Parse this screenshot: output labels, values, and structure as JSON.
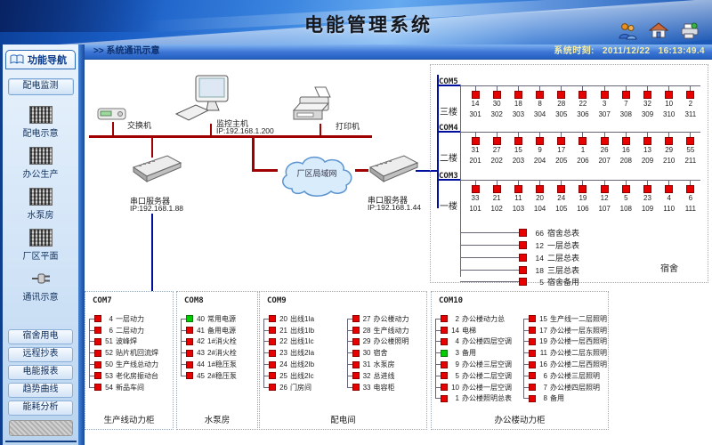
{
  "header": {
    "title": "电能管理系统",
    "icons": [
      {
        "name": "users-icon"
      },
      {
        "name": "home-icon"
      },
      {
        "name": "print-icon"
      }
    ]
  },
  "statusbar": {
    "chevrons": ">>",
    "breadcrumb": "系统通讯示意",
    "clock_label": "系统时刻:",
    "clock_date": "2011/12/22",
    "clock_time": "16:13:49.4"
  },
  "sidebar": {
    "header": "功能导航",
    "monitor_button": "配电监测",
    "nav_items": [
      {
        "label": "配电示意",
        "icon": "panel-grid-icon"
      },
      {
        "label": "办公生产",
        "icon": "panel-grid-icon"
      },
      {
        "label": "水泵房",
        "icon": "panel-grid-icon"
      },
      {
        "label": "厂区平面",
        "icon": "panel-grid-icon"
      },
      {
        "label": "通讯示意",
        "icon": "plug-icon"
      }
    ],
    "bottom_buttons": [
      "宿舍用电",
      "远程抄表",
      "电能报表",
      "趋势曲线",
      "能耗分析"
    ]
  },
  "network": {
    "devices": {
      "switch": {
        "label": "交换机"
      },
      "host": {
        "label": "监控主机",
        "ip": "IP:192.168.1.200"
      },
      "printer": {
        "label": "打印机"
      },
      "serial_left": {
        "label": "串口服务器",
        "ip": "IP:192.168.1.88"
      },
      "serial_right": {
        "label": "串口服务器",
        "ip": "IP:192.168.1.44"
      },
      "cloud": {
        "label": "厂区局域网"
      }
    }
  },
  "dorm_panel": {
    "area_label": "宿舍",
    "rows": [
      {
        "com": "COM5",
        "floor": "三楼",
        "meter_ids": [
          "14",
          "30",
          "18",
          "8",
          "28",
          "22",
          "3",
          "7",
          "32",
          "10",
          "2"
        ],
        "rooms": [
          "301",
          "302",
          "303",
          "304",
          "305",
          "306",
          "307",
          "308",
          "309",
          "310",
          "311"
        ]
      },
      {
        "com": "COM4",
        "floor": "二楼",
        "meter_ids": [
          "31",
          "27",
          "15",
          "9",
          "17",
          "1",
          "26",
          "16",
          "13",
          "29",
          "55"
        ],
        "rooms": [
          "201",
          "202",
          "203",
          "204",
          "205",
          "206",
          "207",
          "208",
          "209",
          "210",
          "211"
        ]
      },
      {
        "com": "COM3",
        "floor": "一楼",
        "meter_ids": [
          "33",
          "21",
          "11",
          "20",
          "24",
          "19",
          "12",
          "5",
          "23",
          "4",
          "6"
        ],
        "rooms": [
          "101",
          "102",
          "103",
          "104",
          "105",
          "106",
          "107",
          "108",
          "109",
          "110",
          "111"
        ]
      }
    ],
    "legend": [
      {
        "id": "66",
        "label": "宿舍总表"
      },
      {
        "id": "12",
        "label": "一层总表"
      },
      {
        "id": "14",
        "label": "二层总表"
      },
      {
        "id": "18",
        "label": "三层总表"
      },
      {
        "id": "5",
        "label": "宿舍备用"
      }
    ]
  },
  "bottom_panels": [
    {
      "com": "COM7",
      "footer": "生产线动力柜",
      "columns": [
        [
          {
            "id": "4",
            "label": "一层动力",
            "status": "red"
          },
          {
            "id": "6",
            "label": "二层动力",
            "status": "red"
          },
          {
            "id": "51",
            "label": "波峰焊",
            "status": "red"
          },
          {
            "id": "52",
            "label": "贴片机回流焊",
            "status": "red"
          },
          {
            "id": "50",
            "label": "生产线总动力",
            "status": "red"
          },
          {
            "id": "53",
            "label": "老化房振动台",
            "status": "red"
          },
          {
            "id": "54",
            "label": "新品车间",
            "status": "red"
          }
        ]
      ]
    },
    {
      "com": "COM8",
      "footer": "水泵房",
      "columns": [
        [
          {
            "id": "40",
            "label": "常用电源",
            "status": "green"
          },
          {
            "id": "41",
            "label": "备用电源",
            "status": "red"
          },
          {
            "id": "42",
            "label": "1#消火栓",
            "status": "red"
          },
          {
            "id": "43",
            "label": "2#消火栓",
            "status": "red"
          },
          {
            "id": "44",
            "label": "1#稳压泵",
            "status": "red"
          },
          {
            "id": "45",
            "label": "2#稳压泵",
            "status": "red"
          }
        ]
      ]
    },
    {
      "com": "COM9",
      "footer": "配电间",
      "columns": [
        [
          {
            "id": "20",
            "label": "出线1Ia",
            "status": "red"
          },
          {
            "id": "21",
            "label": "出线1Ib",
            "status": "red"
          },
          {
            "id": "22",
            "label": "出线1Ic",
            "status": "red"
          },
          {
            "id": "23",
            "label": "出线2Ia",
            "status": "red"
          },
          {
            "id": "24",
            "label": "出线2Ib",
            "status": "red"
          },
          {
            "id": "25",
            "label": "出线2Ic",
            "status": "red"
          },
          {
            "id": "26",
            "label": "门房间",
            "status": "red"
          }
        ],
        [
          {
            "id": "27",
            "label": "办公楼动力",
            "status": "red"
          },
          {
            "id": "28",
            "label": "生产线动力",
            "status": "red"
          },
          {
            "id": "29",
            "label": "办公楼照明",
            "status": "red"
          },
          {
            "id": "30",
            "label": "宿舍",
            "status": "red"
          },
          {
            "id": "31",
            "label": "水泵房",
            "status": "red"
          },
          {
            "id": "32",
            "label": "总进线",
            "status": "red"
          },
          {
            "id": "33",
            "label": "电容柜",
            "status": "red"
          }
        ]
      ]
    },
    {
      "com": "COM10",
      "footer": "办公楼动力柜",
      "columns": [
        [
          {
            "id": "2",
            "label": "办公楼动力总",
            "status": "red"
          },
          {
            "id": "14",
            "label": "电梯",
            "status": "red"
          },
          {
            "id": "4",
            "label": "办公楼四层空调",
            "status": "red"
          },
          {
            "id": "3",
            "label": "备用",
            "status": "green"
          },
          {
            "id": "9",
            "label": "办公楼三层空调",
            "status": "red"
          },
          {
            "id": "5",
            "label": "办公楼二层空调",
            "status": "red"
          },
          {
            "id": "10",
            "label": "办公楼一层空调",
            "status": "red"
          },
          {
            "id": "1",
            "label": "办公楼照明总表",
            "status": "red"
          }
        ],
        [
          {
            "id": "15",
            "label": "生产线一二层照明",
            "status": "red"
          },
          {
            "id": "17",
            "label": "办公楼一层东照明",
            "status": "red"
          },
          {
            "id": "19",
            "label": "办公楼一层西照明",
            "status": "red"
          },
          {
            "id": "11",
            "label": "办公楼二层东照明",
            "status": "red"
          },
          {
            "id": "16",
            "label": "办公楼二层西照明",
            "status": "red"
          },
          {
            "id": "6",
            "label": "办公楼三层照明",
            "status": "red"
          },
          {
            "id": "7",
            "label": "办公楼四层照明",
            "status": "red"
          },
          {
            "id": "8",
            "label": "备用",
            "status": "red"
          }
        ]
      ]
    }
  ],
  "colors": {
    "meter_red": "#e60000",
    "meter_green": "#00cc00",
    "bus_red": "#a00000",
    "line_blue": "#00109c"
  }
}
